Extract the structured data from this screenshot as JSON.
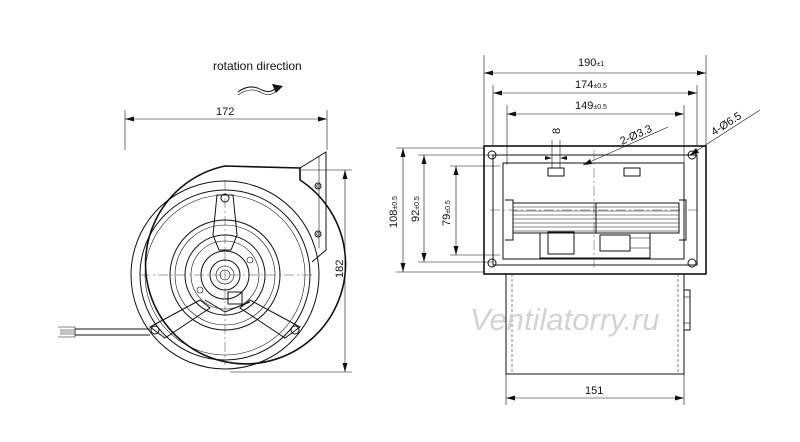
{
  "rotation_label": "rotation direction",
  "watermark": "Ventilatorry.ru",
  "front_view": {
    "width_dim": "172",
    "height_dim": "182"
  },
  "side_view": {
    "overall_width": {
      "value": "190",
      "tol": "±1"
    },
    "flange_width": {
      "value": "174",
      "tol": "±0.5"
    },
    "inner_width": {
      "value": "149",
      "tol": "±0.5"
    },
    "height_outer": {
      "value": "108",
      "tol": "±0.5"
    },
    "height_mid": {
      "value": "92",
      "tol": "±0.5"
    },
    "height_inner": {
      "value": "79",
      "tol": "±0.5"
    },
    "gap": "8",
    "holes_small": "2-Ø3.3",
    "holes_large": "4-Ø6.5",
    "outlet_width": "151"
  }
}
